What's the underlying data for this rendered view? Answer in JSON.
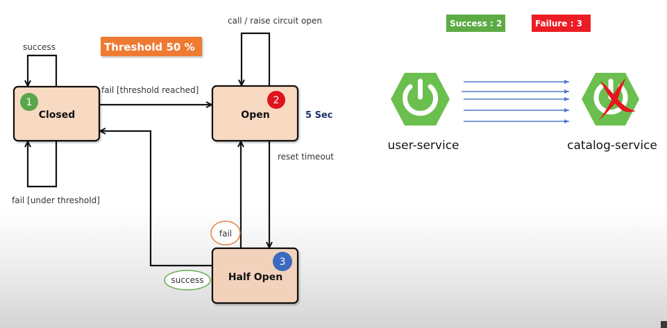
{
  "threshold_badge": {
    "label": "Threshold 50 %",
    "color": "#ef7a31"
  },
  "states": [
    {
      "id": "closed",
      "name": "Closed",
      "number": "1",
      "badge_color": "#5aa64a"
    },
    {
      "id": "open",
      "name": "Open",
      "number": "2",
      "badge_color": "#e0141e"
    },
    {
      "id": "half-open",
      "name": "Half Open",
      "number": "3",
      "badge_color": "#3a6bbf"
    }
  ],
  "state_fill": "#f8d9c2",
  "transitions": {
    "closed_self_top": "success",
    "closed_self_bottom": "fail [under threshold]",
    "closed_to_open": "fail [threshold reached]",
    "open_self_top": "call / raise circuit open",
    "open_to_half_open": "reset timeout",
    "half_open_to_open": "fail",
    "half_open_to_closed": "success"
  },
  "open_timeout": "5 Sec",
  "counters": {
    "success": {
      "label": "Success : 2",
      "color": "#5cab45"
    },
    "failure": {
      "label": "Failure : 3",
      "color": "#ec1c24"
    }
  },
  "services": {
    "caller": {
      "name": "user-service",
      "icon": "spring-power-icon"
    },
    "callee": {
      "name": "catalog-service",
      "icon": "spring-power-icon",
      "status": "failed"
    }
  },
  "request_arrow_count": 5,
  "colors": {
    "spring_green": "#6bbf4e",
    "arrow_blue": "#4f7acb",
    "fail_red": "#e5161f",
    "fail_oval": "#e08040",
    "success_oval": "#6aab4c"
  }
}
